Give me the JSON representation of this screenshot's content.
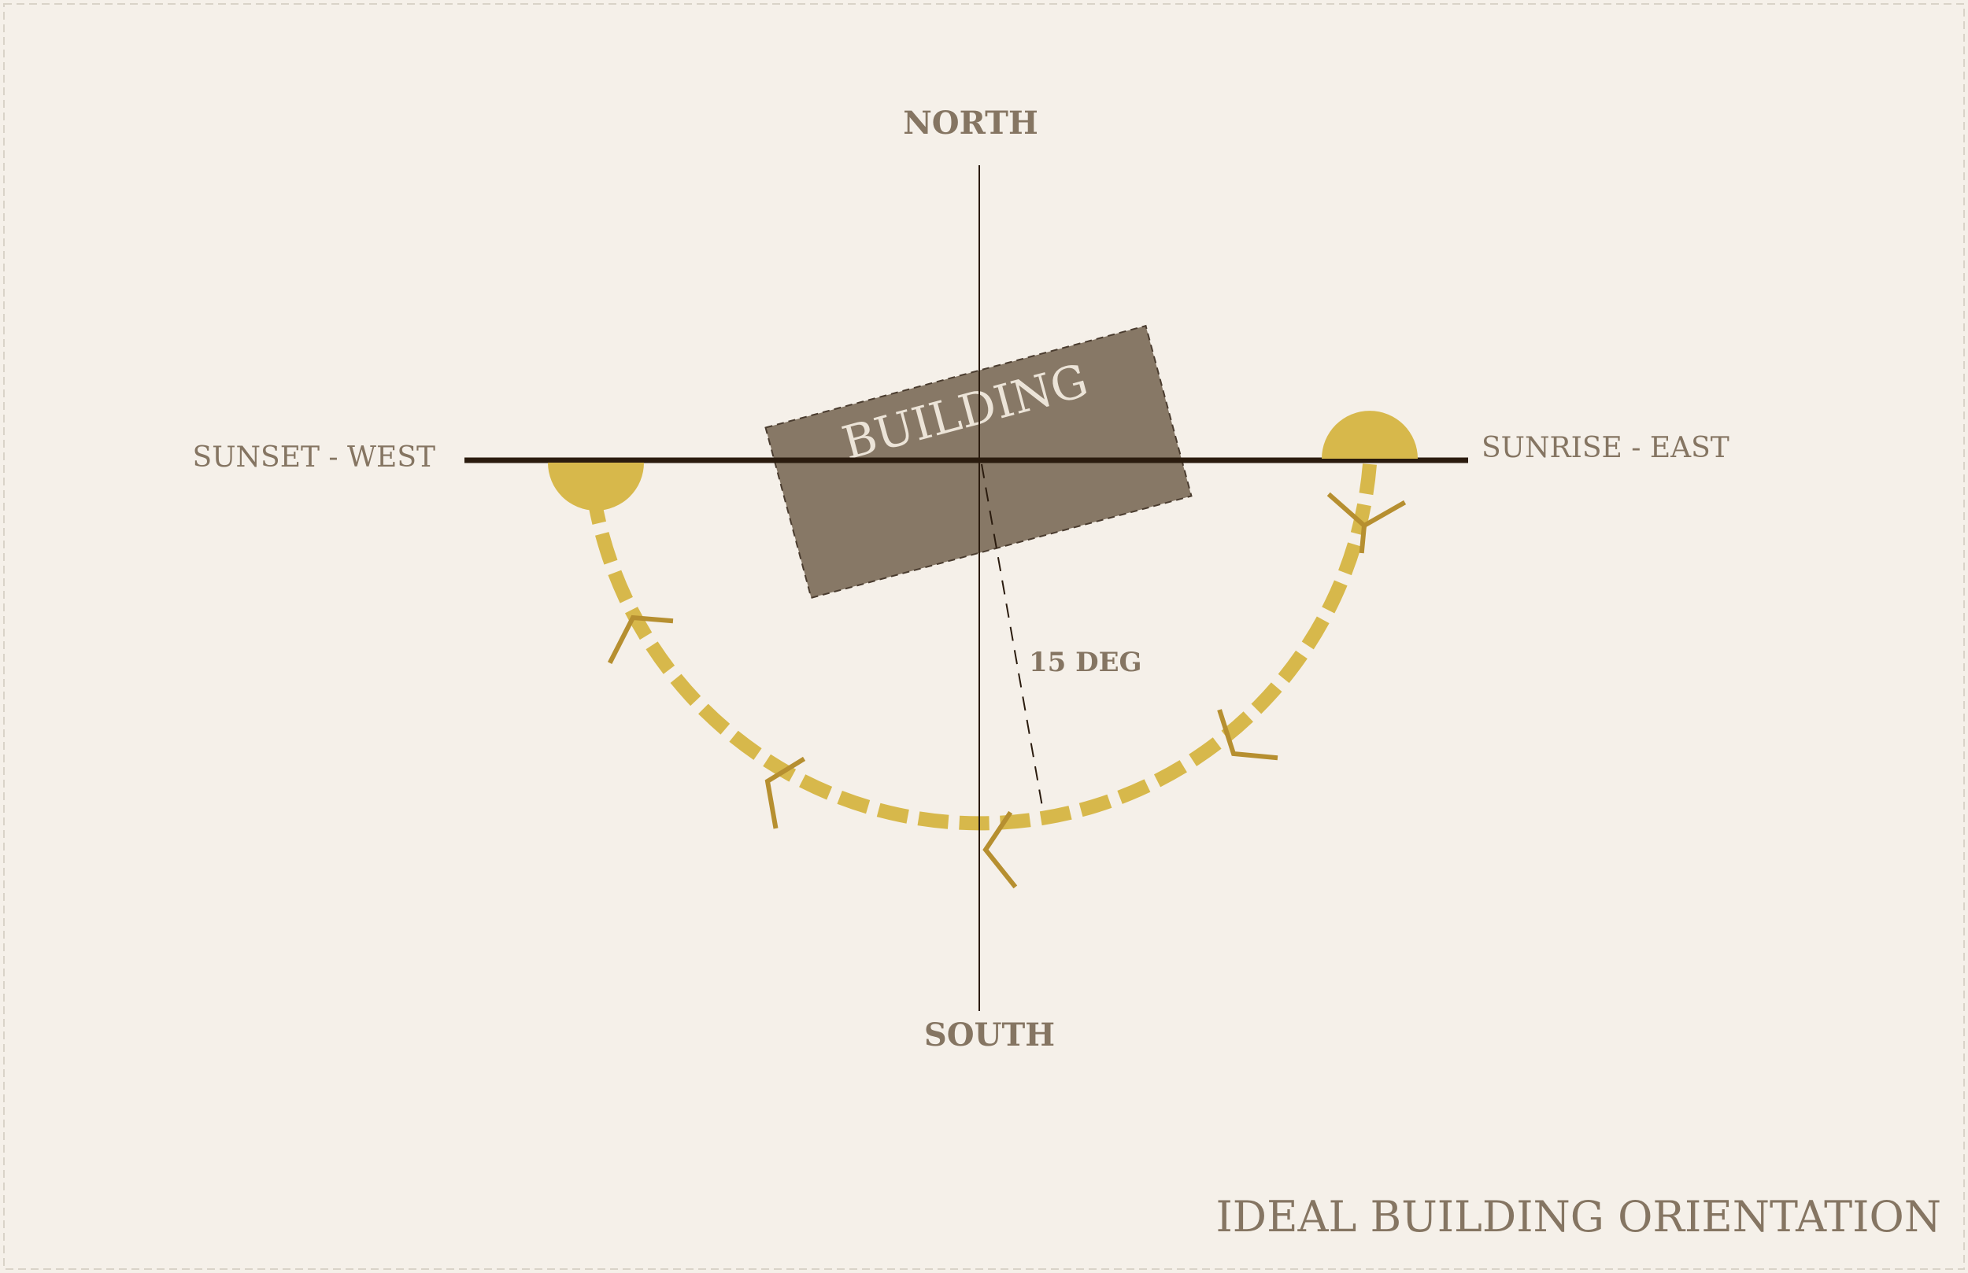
{
  "diagram": {
    "labels": {
      "north": "NORTH",
      "south": "SOUTH",
      "west": "SUNSET - WEST",
      "east": "SUNRISE - EAST",
      "building": "BUILDING",
      "angle": "15 DEG",
      "title": "IDEAL BUILDING ORIENTATION"
    },
    "building_rotation_deg": -15,
    "colors": {
      "background": "#f5f0e9",
      "text": "#857562",
      "building": "#877866",
      "building_text": "#ece4d8",
      "axis": "#2a1b0e",
      "sun": "#d7b84b",
      "arrow": "#b68f30"
    }
  }
}
